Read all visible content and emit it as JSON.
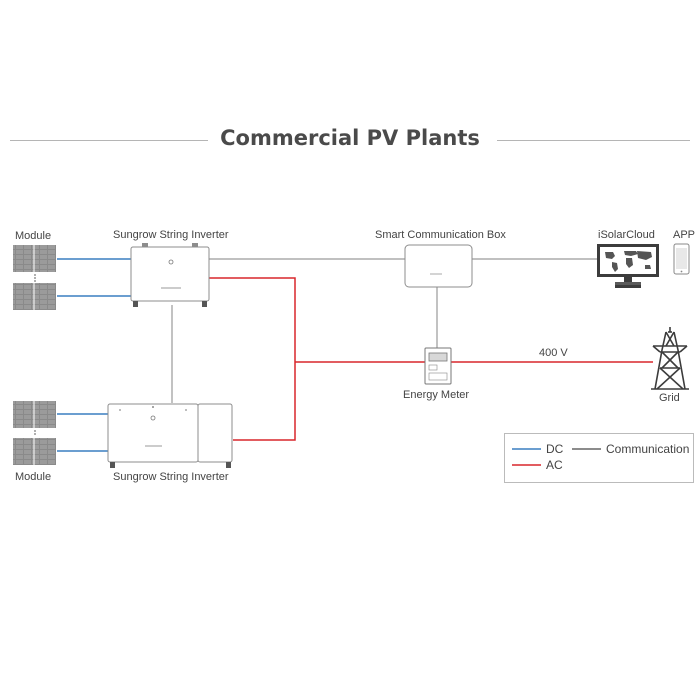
{
  "title": "Commercial PV Plants",
  "labels": {
    "module_top": "Module",
    "module_bottom": "Module",
    "inverter_top": "Sungrow String Inverter",
    "inverter_bottom": "Sungrow String Inverter",
    "comm_box": "Smart Communication Box",
    "cloud": "iSolarCloud",
    "app": "APP",
    "meter": "Energy Meter",
    "grid": "Grid",
    "voltage": "400 V"
  },
  "legend": {
    "dc": "DC",
    "ac": "AC",
    "comm": "Communication"
  },
  "colors": {
    "dc": "#3a7fc1",
    "ac": "#d9262c",
    "comm": "#9a9a9a"
  }
}
